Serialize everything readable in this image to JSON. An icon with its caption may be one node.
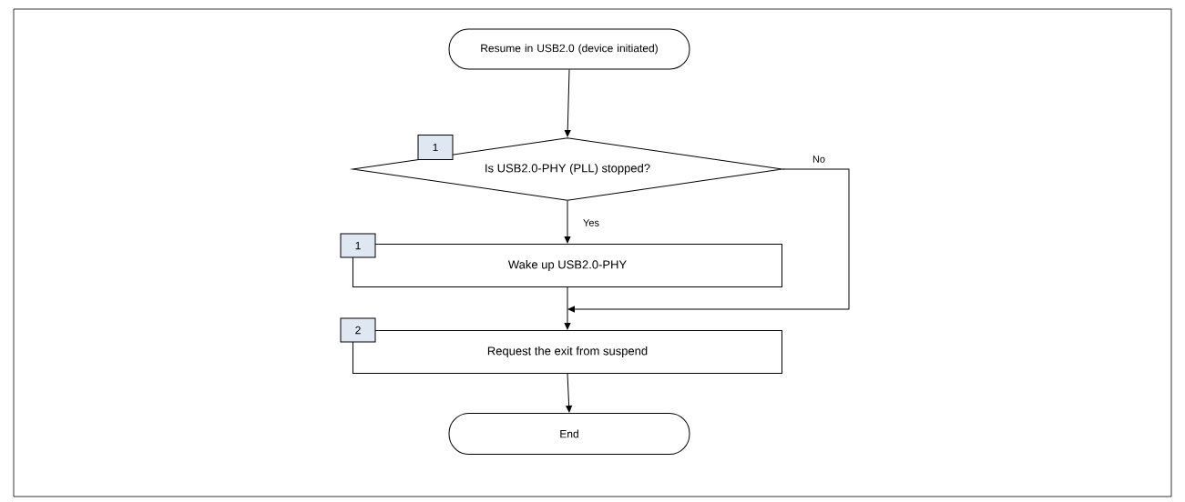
{
  "diagram": {
    "nodes": [
      {
        "text": [
          "Resume in USB2.0 (device initiated)"
        ]
      },
      {
        "text": [
          "Is USB2.0-PHY (PLL) stopped?"
        ]
      },
      {
        "text": [
          "1"
        ]
      },
      {
        "text": [
          "Wake up USB2.0-PHY"
        ]
      },
      {
        "text": [
          "1"
        ]
      },
      {
        "text": [
          "Request the exit from suspend"
        ]
      },
      {
        "text": [
          "2"
        ]
      },
      {
        "text": [
          "End"
        ]
      }
    ],
    "edges": [
      {
        "from": 0,
        "to": 1,
        "arrow": "to"
      },
      {
        "from": 1,
        "to": 3,
        "arrow": "to",
        "label": "Yes"
      },
      {
        "from": 3,
        "to": 5,
        "arrow": "to"
      },
      {
        "from": 1,
        "to": 5,
        "arrow": "to",
        "label": "No"
      },
      {
        "from": 5,
        "to": 7,
        "arrow": "to"
      }
    ]
  }
}
